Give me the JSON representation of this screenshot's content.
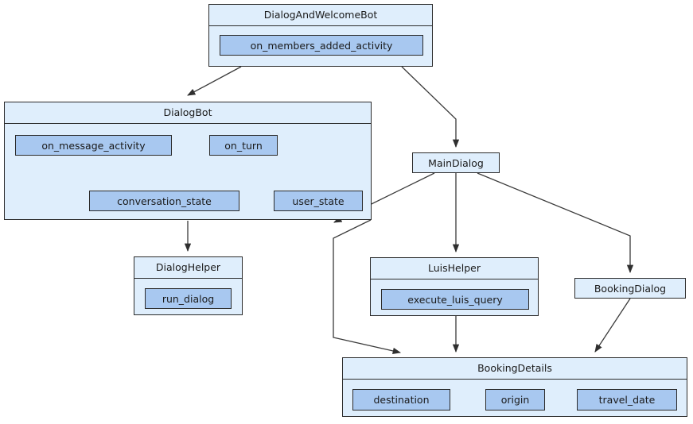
{
  "diagram": {
    "type": "class-dependency-diagram",
    "background_color": "#ffffff",
    "class_fill_color": "#dfeefc",
    "member_fill_color": "#a8c8f0",
    "border_color": "#2b2b2b",
    "edge_color": "#3a3a3a",
    "nodes": [
      {
        "id": "dialog_and_welcome_bot",
        "title": "DialogAndWelcomeBot",
        "members": [
          "on_members_added_activity"
        ]
      },
      {
        "id": "dialog_bot",
        "title": "DialogBot",
        "members": [
          "on_message_activity",
          "on_turn",
          "conversation_state",
          "user_state"
        ]
      },
      {
        "id": "dialog_helper",
        "title": "DialogHelper",
        "members": [
          "run_dialog"
        ]
      },
      {
        "id": "main_dialog",
        "title": "MainDialog",
        "members": []
      },
      {
        "id": "luis_helper",
        "title": "LuisHelper",
        "members": [
          "execute_luis_query"
        ]
      },
      {
        "id": "booking_dialog",
        "title": "BookingDialog",
        "members": []
      },
      {
        "id": "booking_details",
        "title": "BookingDetails",
        "members": [
          "destination",
          "origin",
          "travel_date"
        ]
      }
    ],
    "edges": [
      {
        "from": "dialog_and_welcome_bot",
        "to": "dialog_bot"
      },
      {
        "from": "dialog_and_welcome_bot",
        "to": "main_dialog"
      },
      {
        "from": "on_turn",
        "to": "conversation_state"
      },
      {
        "from": "on_turn",
        "to": "user_state"
      },
      {
        "from": "dialog_bot",
        "to": "dialog_helper"
      },
      {
        "from": "dialog_bot",
        "to": "booking_details"
      },
      {
        "from": "main_dialog",
        "to": "luis_helper"
      },
      {
        "from": "main_dialog",
        "to": "booking_dialog"
      },
      {
        "from": "main_dialog",
        "to": "booking_details"
      },
      {
        "from": "booking_dialog",
        "to": "booking_details"
      }
    ]
  },
  "labels": {
    "dialog_and_welcome_bot_title": "DialogAndWelcomeBot",
    "on_members_added_activity": "on_members_added_activity",
    "dialog_bot_title": "DialogBot",
    "on_message_activity": "on_message_activity",
    "on_turn": "on_turn",
    "conversation_state": "conversation_state",
    "user_state": "user_state",
    "dialog_helper_title": "DialogHelper",
    "run_dialog": "run_dialog",
    "main_dialog_title": "MainDialog",
    "luis_helper_title": "LuisHelper",
    "execute_luis_query": "execute_luis_query",
    "booking_dialog_title": "BookingDialog",
    "booking_details_title": "BookingDetails",
    "destination": "destination",
    "origin": "origin",
    "travel_date": "travel_date"
  }
}
